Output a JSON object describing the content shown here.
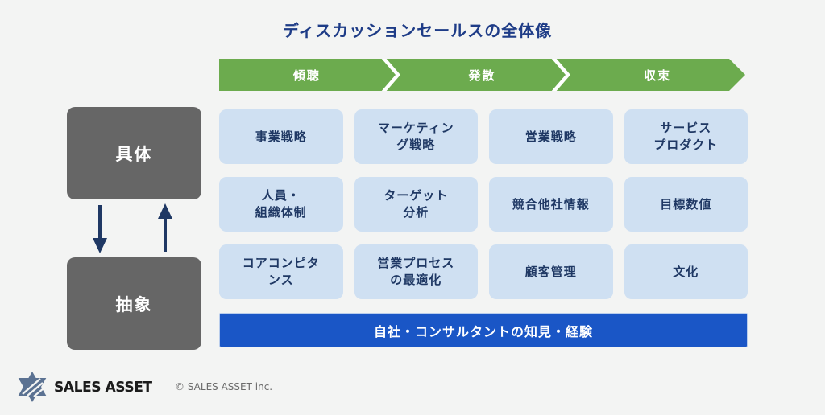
{
  "title": "ディスカッションセールスの全体像",
  "process_band": {
    "stages": [
      {
        "label": "傾聴"
      },
      {
        "label": "発散"
      },
      {
        "label": "収束"
      }
    ]
  },
  "abstraction_axis": {
    "top_label": "具体",
    "bottom_label": "抽象"
  },
  "topic_grid": {
    "cells": [
      {
        "label": "事業戦略"
      },
      {
        "label": "マーケティン\nグ戦略"
      },
      {
        "label": "営業戦略"
      },
      {
        "label": "サービス\nプロダクト"
      },
      {
        "label": "人員・\n組織体制"
      },
      {
        "label": "ターゲット\n分析"
      },
      {
        "label": "競合他社情報"
      },
      {
        "label": "目標数値"
      },
      {
        "label": "コアコンピタ\nンス"
      },
      {
        "label": "営業プロセス\nの最適化"
      },
      {
        "label": "顧客管理"
      },
      {
        "label": "文化"
      }
    ]
  },
  "foundation_bar": {
    "label": "自社・コンサルタントの知見・経験"
  },
  "footer": {
    "brand": "SALES ASSET",
    "copyright": "© SALES ASSET inc."
  },
  "colors": {
    "background": "#f3f4f3",
    "band_green": "#6cab4e",
    "cell_blue": "#cfe0f2",
    "axis_gray": "#666666",
    "foundation_blue": "#1a56c6",
    "text_navy": "#1f3864",
    "title_navy": "#1e3c87",
    "logo_slate": "#5b7292"
  }
}
